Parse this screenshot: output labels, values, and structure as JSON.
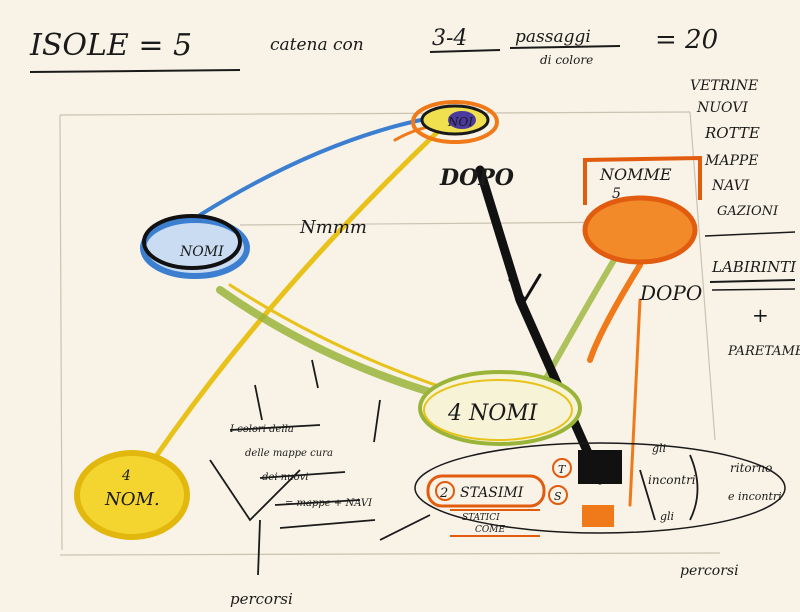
{
  "header": {
    "islands": "ISOLE = 5",
    "chain_text": "catena con",
    "passages": "3-4",
    "passages_word": "passaggi",
    "passages_sub": "di colore",
    "total": "= 20"
  },
  "side_list": {
    "items": [
      "VETRINE",
      "NUOVI",
      "ROTTE",
      "MAPPE",
      "NAVI",
      "GAZIONI",
      "LABIRINTI",
      "+",
      "PARETAME"
    ]
  },
  "nodes": {
    "top": "NOI",
    "left": "NOMI",
    "right_header": "NOMME",
    "right_number": "5",
    "center": "4 NOMI",
    "bottom_left_num": "4",
    "bottom_left": "NOM.",
    "station_num": "2",
    "station": "STASIMI",
    "station_sub1": "STATICI",
    "station_sub2": "COME",
    "bubble_t": "T",
    "bubble_s": "S"
  },
  "labels": {
    "dopo_black": "DOPO",
    "dopo_orange": "DOPO",
    "scribble": "Nmmm",
    "left_note_1": "I colori della",
    "left_note_2": "delle mappe cura",
    "left_note_3": "dei nuovi",
    "left_note_4": "= mappe + NAVI",
    "bottom_left_text": "percorsi",
    "right_note_1": "gli",
    "right_note_2": "incontri",
    "right_note_3": "gli",
    "right_note_4": "ritorno",
    "right_note_5": "e incontri",
    "bottom_right_text": "percorsi"
  },
  "colors": {
    "paper": "#f8f3e6",
    "ink": "#1a1a1a",
    "yellow": "#e8c21a",
    "orange": "#f07a1a",
    "blue": "#3c7fd0",
    "green": "#9ab43a"
  }
}
